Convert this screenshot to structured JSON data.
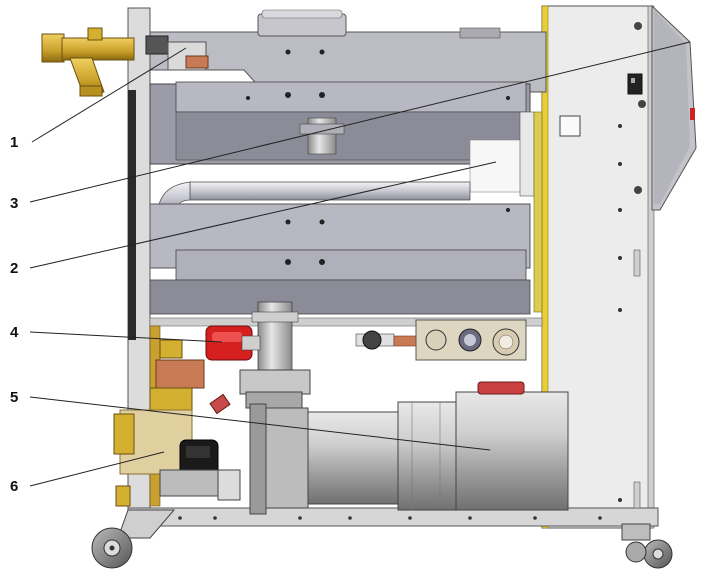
{
  "diagram": {
    "callouts": [
      {
        "id": "1",
        "label": "1"
      },
      {
        "id": "3",
        "label": "3"
      },
      {
        "id": "2",
        "label": "2"
      },
      {
        "id": "4",
        "label": "4"
      },
      {
        "id": "5",
        "label": "5"
      },
      {
        "id": "6",
        "label": "6"
      }
    ],
    "colors": {
      "frame": "#d9d9d9",
      "frame_stroke": "#555555",
      "panel_gray": "#a8a8b0",
      "tank_gray": "#9a9aa6",
      "brass": "#c9a02a",
      "copper": "#c87a55",
      "pump_red": "#d62020",
      "yellow_edge": "#e8cf3a",
      "motor_silver": "#c4c4c4"
    }
  }
}
